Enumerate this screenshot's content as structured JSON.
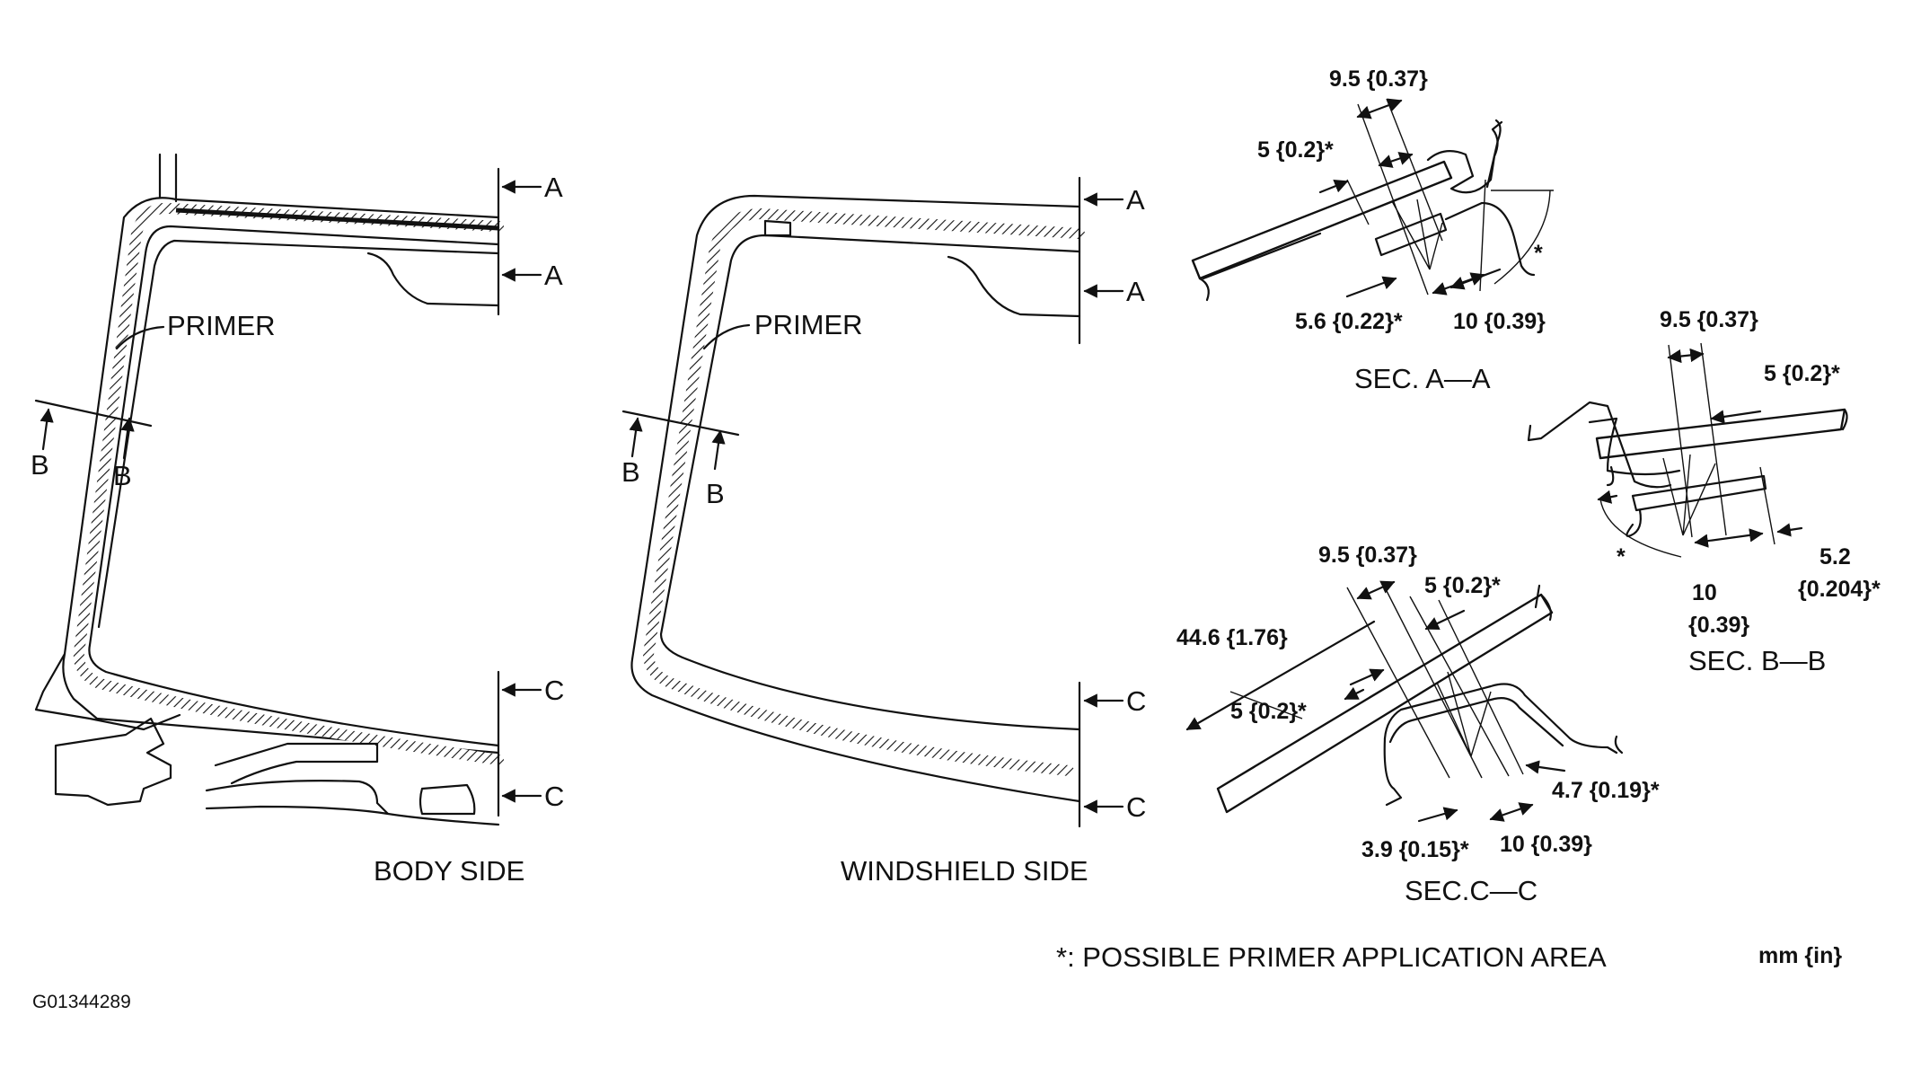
{
  "views": {
    "body_side": {
      "title": "BODY SIDE",
      "primer": "PRIMER",
      "marks": {
        "a1": "A",
        "a2": "A",
        "b1": "B",
        "b2": "B",
        "c1": "C",
        "c2": "C"
      }
    },
    "windshield_side": {
      "title": "WINDSHIELD SIDE",
      "primer": "PRIMER",
      "marks": {
        "a1": "A",
        "a2": "A",
        "b1": "B",
        "b2": "B",
        "c1": "C",
        "c2": "C"
      }
    }
  },
  "sections": {
    "a": {
      "title": "SEC. A—A",
      "dims": [
        "9.5 {0.37}",
        "5 {0.2}*",
        "5.6 {0.22}*",
        "10 {0.39}"
      ],
      "angle_mark": "*"
    },
    "b": {
      "title": "SEC. B—B",
      "dims": [
        "9.5 {0.37}",
        "5 {0.2}*",
        "5.2",
        "{0.204}*",
        "10",
        "{0.39}"
      ],
      "angle_mark": "*"
    },
    "c": {
      "title": "SEC.C—C",
      "dims": [
        "9.5 {0.37}",
        "5 {0.2}*",
        "44.6 {1.76}",
        "5 {0.2}*",
        "4.7 {0.19}*",
        "3.9 {0.15}*",
        "10 {0.39}"
      ]
    }
  },
  "footnote": "*: POSSIBLE PRIMER APPLICATION AREA",
  "units": "mm {in}",
  "figure_code": "G01344289"
}
